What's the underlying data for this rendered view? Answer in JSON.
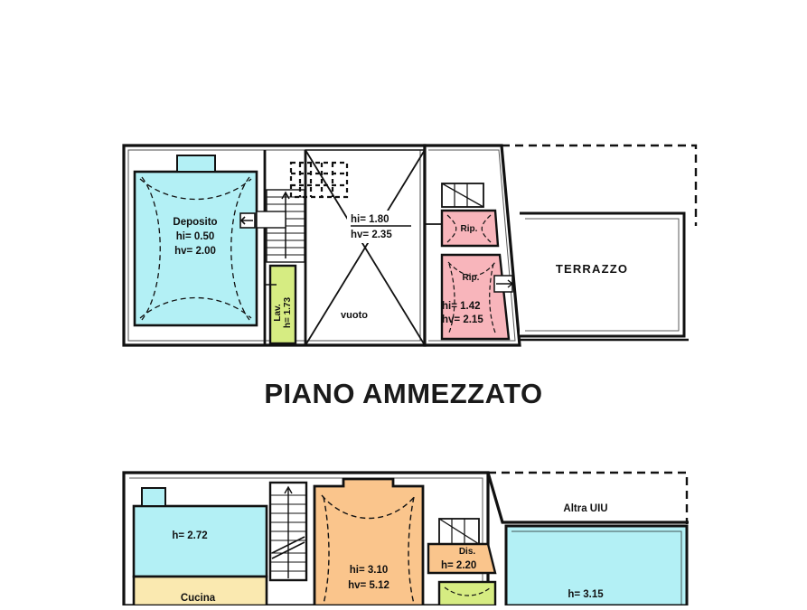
{
  "document": {
    "type": "architectural-floor-plan",
    "language": "it",
    "background_color": "#ffffff"
  },
  "palette": {
    "wall": "#111111",
    "cyan": "#b3f0f5",
    "pink": "#f8b5bb",
    "green": "#d6ec82",
    "orange": "#fac58c",
    "yellow": "#fae9b0",
    "white": "#ffffff"
  },
  "titles": {
    "mezzanine": "PIANO AMMEZZATO"
  },
  "upper_plan": {
    "name": "piano-ammezzato",
    "rooms": [
      {
        "id": "deposito",
        "label": "Deposito",
        "h_lines": [
          "hi= 0.50",
          "hv= 2.00"
        ],
        "fill": "#b3f0f5"
      },
      {
        "id": "lavanderia",
        "label": "Lav.",
        "h_lines": [
          "h= 1.73"
        ],
        "fill": "#d6ec82",
        "rotated": true
      },
      {
        "id": "ripostiglio-1",
        "label": "Rip.",
        "h_lines": [],
        "fill": "#f8b5bb"
      },
      {
        "id": "ripostiglio-2",
        "label": "Rip.",
        "h_lines": [
          "hi= 1.42",
          "hv= 2.15"
        ],
        "fill": "#f8b5bb"
      },
      {
        "id": "terrazzo",
        "label": "TERRAZZO",
        "h_lines": [],
        "fill": "#ffffff"
      }
    ],
    "annotations": [
      {
        "id": "vuoto",
        "text": "vuoto"
      },
      {
        "id": "stair-height-1",
        "text": "hi= 1.80"
      },
      {
        "id": "stair-height-2",
        "text": "hv= 2.35"
      }
    ]
  },
  "lower_plan": {
    "name": "piano-inferiore",
    "rooms": [
      {
        "id": "soggiorno-cyan-left",
        "label": "",
        "h_lines": [
          "h= 2.72"
        ],
        "fill": "#b3f0f5"
      },
      {
        "id": "cucina",
        "label": "Cucina",
        "h_lines": [],
        "fill": "#fae9b0"
      },
      {
        "id": "vano-centrale",
        "label": "",
        "h_lines": [
          "hi= 3.10",
          "hv= 5.12"
        ],
        "fill": "#fac58c"
      },
      {
        "id": "disimpegno",
        "label": "Dis.",
        "h_lines": [
          "h= 2.20"
        ],
        "fill": "#fac58c"
      },
      {
        "id": "bagno-green",
        "label": "",
        "h_lines": [],
        "fill": "#d6ec82"
      },
      {
        "id": "camera-cyan-right",
        "label": "",
        "h_lines": [
          "h= 3.15"
        ],
        "fill": "#b3f0f5"
      }
    ],
    "annotations": [
      {
        "id": "altra-uiu",
        "text": "Altra UIU"
      }
    ]
  }
}
